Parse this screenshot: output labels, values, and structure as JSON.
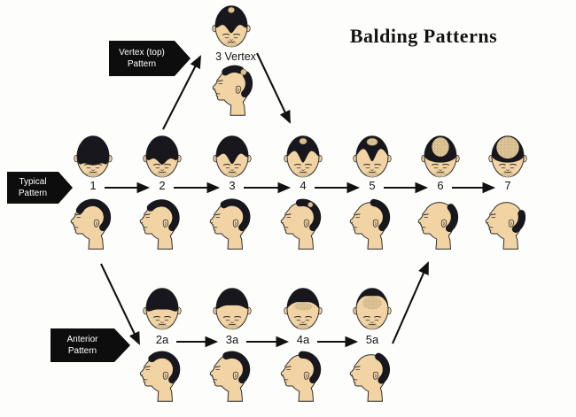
{
  "title": "Balding Patterns",
  "colors": {
    "background": "#fdfdfb",
    "hair": "#17171d",
    "skin": "#f2d3a4",
    "scalp_base": "#e9cf9f",
    "scalp_dots": "#8d7a52",
    "ink": "#111111",
    "label_bg": "#0d0d0d",
    "label_text": "#ffffff"
  },
  "flow_labels": {
    "vertex": {
      "line1": "Vertex (top)",
      "line2": "Pattern"
    },
    "typical": {
      "line1": "Typical",
      "line2": "Pattern"
    },
    "anterior": {
      "line1": "Anterior",
      "line2": "Pattern"
    }
  },
  "vertex_node": {
    "label": "3 Vertex",
    "top_variant": "t3v",
    "profile_variant": "p3v"
  },
  "typical_row": {
    "stages": [
      {
        "label": "1",
        "top_variant": "t1",
        "profile_variant": "p1"
      },
      {
        "label": "2",
        "top_variant": "t2",
        "profile_variant": "p2"
      },
      {
        "label": "3",
        "top_variant": "t3",
        "profile_variant": "p3"
      },
      {
        "label": "4",
        "top_variant": "t4",
        "profile_variant": "p4"
      },
      {
        "label": "5",
        "top_variant": "t5",
        "profile_variant": "p5"
      },
      {
        "label": "6",
        "top_variant": "t6",
        "profile_variant": "p6"
      },
      {
        "label": "7",
        "top_variant": "t7",
        "profile_variant": "p7"
      }
    ]
  },
  "anterior_row": {
    "stages": [
      {
        "label": "2a",
        "top_variant": "a2",
        "profile_variant": "pa2"
      },
      {
        "label": "3a",
        "top_variant": "a3",
        "profile_variant": "pa3"
      },
      {
        "label": "4a",
        "top_variant": "a4",
        "profile_variant": "pa4"
      },
      {
        "label": "5a",
        "top_variant": "a5",
        "profile_variant": "pa5"
      }
    ]
  }
}
